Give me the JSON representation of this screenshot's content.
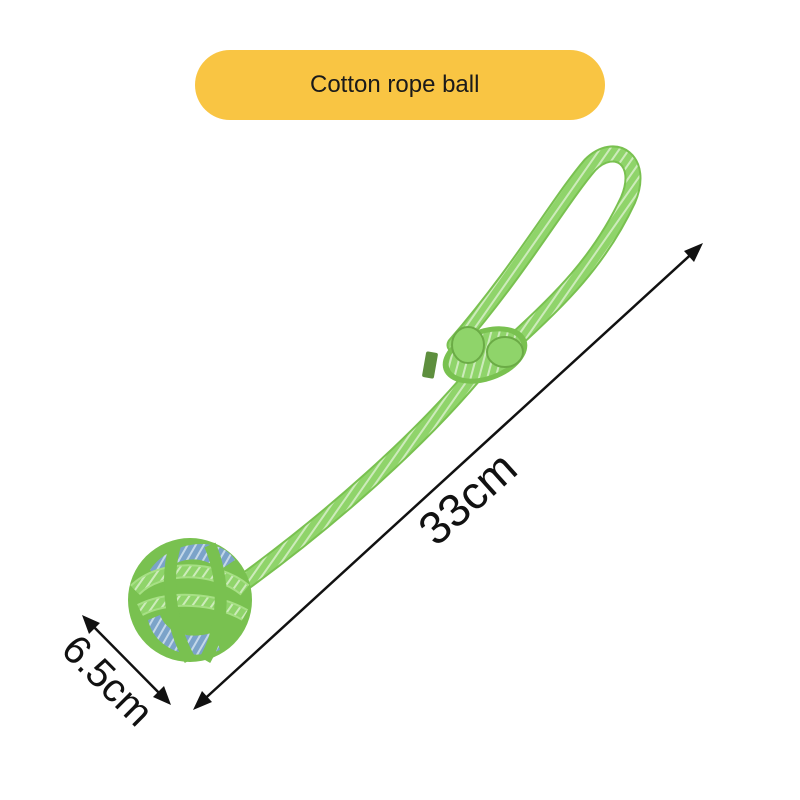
{
  "title": "Cotton rope ball",
  "dimensions": {
    "length": "33cm",
    "diameter": "6.5cm"
  },
  "colors": {
    "pill": "#f9c543",
    "rope_green": "#8fd46a",
    "ball_blue": "#7ba3c9",
    "arrow": "#111111"
  }
}
